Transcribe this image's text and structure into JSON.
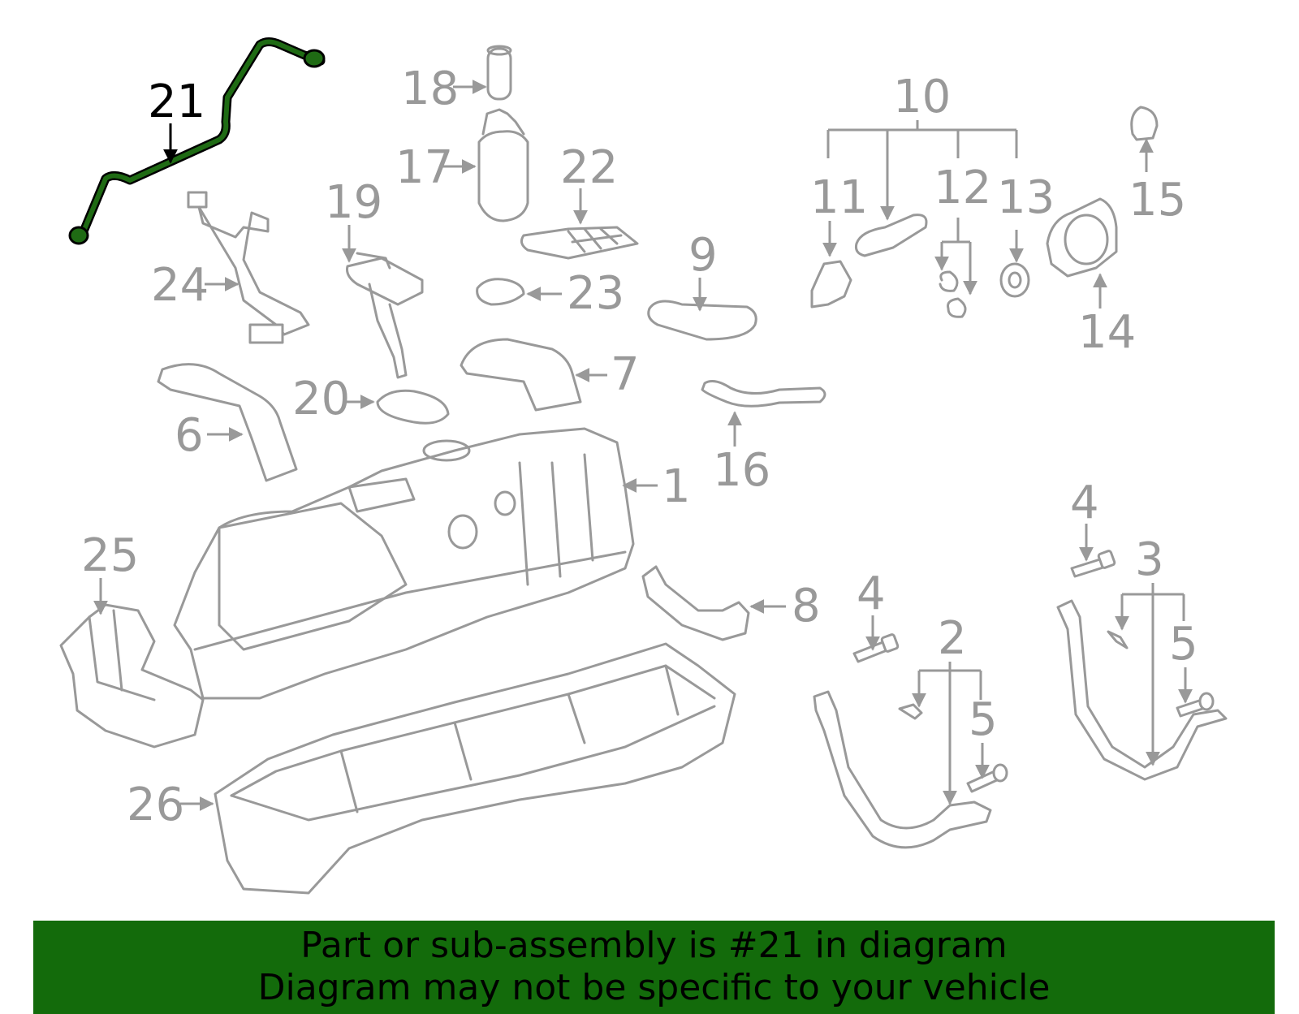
{
  "diagram": {
    "highlighted_part": "21",
    "highlight_color": "#1f6b14",
    "part_color": "#999999",
    "labels": {
      "l1": "1",
      "l2": "2",
      "l3": "3",
      "l4a": "4",
      "l4b": "4",
      "l5a": "5",
      "l5b": "5",
      "l6": "6",
      "l7": "7",
      "l8": "8",
      "l9": "9",
      "l10": "10",
      "l11": "11",
      "l12": "12",
      "l13": "13",
      "l14": "14",
      "l15": "15",
      "l16": "16",
      "l17": "17",
      "l18": "18",
      "l19": "19",
      "l20": "20",
      "l21": "21",
      "l22": "22",
      "l23": "23",
      "l24": "24",
      "l25": "25",
      "l26": "26"
    }
  },
  "banner": {
    "background": "#136b0b",
    "line1": "Part or sub-assembly is #21 in diagram",
    "line2": "Diagram may not be specific to your vehicle"
  }
}
